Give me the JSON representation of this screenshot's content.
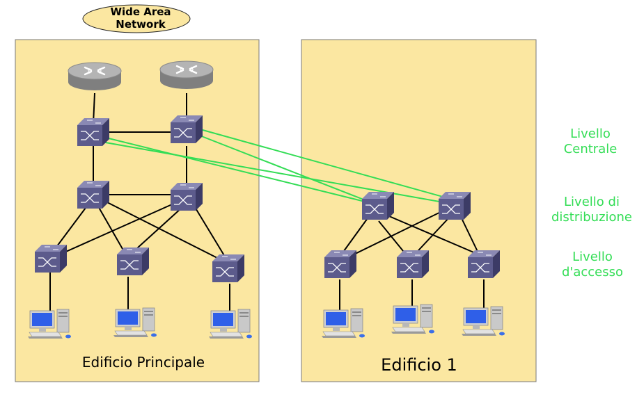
{
  "wan": {
    "line1": "Wide Area",
    "line2": "Network"
  },
  "buildings": {
    "main": {
      "label": "Edificio Principale"
    },
    "b1": {
      "label": "Edificio 1"
    }
  },
  "layers": {
    "core": {
      "line1": "Livello",
      "line2": "Centrale"
    },
    "distribution": {
      "line1": "Livello di",
      "line2": "distribuzione"
    },
    "access": {
      "line1": "Livello",
      "line2": "d'accesso"
    }
  },
  "colors": {
    "building_fill": "#fbe7a1",
    "wan_fill": "#fbe7a1",
    "switch_fill": "#5c5b8c",
    "router_fill": "#a0a0a0",
    "link": "#000000",
    "inter_building_link": "#33dd55",
    "layer_label": "#33dd55"
  },
  "icons": {
    "router": "router-icon",
    "switch": "switch-icon",
    "computer": "computer-icon"
  }
}
